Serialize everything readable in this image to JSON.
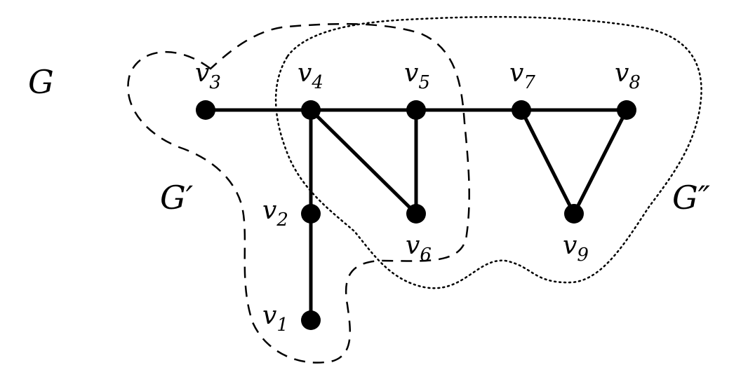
{
  "graph_label": "G",
  "subgraphs": [
    {
      "id": "g1",
      "label": "G",
      "prime": "′",
      "boundary": "dashed"
    },
    {
      "id": "g2",
      "label": "G",
      "prime": "″",
      "boundary": "dotted"
    }
  ],
  "vertices": [
    {
      "id": "v1",
      "base": "v",
      "sub": "1"
    },
    {
      "id": "v2",
      "base": "v",
      "sub": "2"
    },
    {
      "id": "v3",
      "base": "v",
      "sub": "3"
    },
    {
      "id": "v4",
      "base": "v",
      "sub": "4"
    },
    {
      "id": "v5",
      "base": "v",
      "sub": "5"
    },
    {
      "id": "v6",
      "base": "v",
      "sub": "6"
    },
    {
      "id": "v7",
      "base": "v",
      "sub": "7"
    },
    {
      "id": "v8",
      "base": "v",
      "sub": "8"
    },
    {
      "id": "v9",
      "base": "v",
      "sub": "9"
    }
  ],
  "edges": [
    [
      "v3",
      "v4"
    ],
    [
      "v4",
      "v5"
    ],
    [
      "v5",
      "v7"
    ],
    [
      "v7",
      "v8"
    ],
    [
      "v4",
      "v2"
    ],
    [
      "v2",
      "v1"
    ],
    [
      "v4",
      "v6"
    ],
    [
      "v5",
      "v6"
    ],
    [
      "v7",
      "v9"
    ],
    [
      "v8",
      "v9"
    ]
  ],
  "colors": {
    "stroke": "#000000",
    "background": "#ffffff"
  }
}
